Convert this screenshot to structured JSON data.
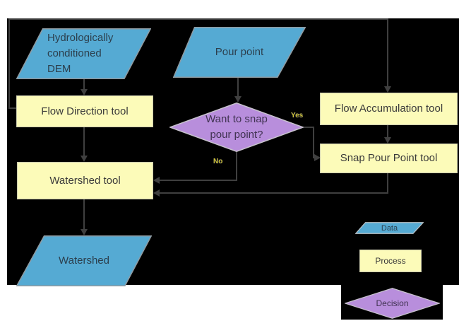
{
  "diagram": {
    "nodes": {
      "dem": {
        "label": "Hydrologically conditioned DEM",
        "type": "data"
      },
      "pour_point": {
        "label": "Pour point",
        "type": "data"
      },
      "flow_direction": {
        "label": "Flow Direction tool",
        "type": "process"
      },
      "decision": {
        "label": "Want to snap pour point?",
        "type": "decision"
      },
      "flow_accumulation": {
        "label": "Flow Accumulation tool",
        "type": "process"
      },
      "snap_pour_point": {
        "label": "Snap Pour Point tool",
        "type": "process"
      },
      "watershed_tool": {
        "label": "Watershed tool",
        "type": "process"
      },
      "watershed": {
        "label": "Watershed",
        "type": "data"
      }
    },
    "edge_labels": {
      "yes": "Yes",
      "no": "No"
    },
    "edges": [
      {
        "from": "dem",
        "to": "flow_direction"
      },
      {
        "from": "flow_direction",
        "to": "flow_accumulation"
      },
      {
        "from": "flow_direction",
        "to": "watershed_tool"
      },
      {
        "from": "pour_point",
        "to": "decision"
      },
      {
        "from": "decision",
        "to": "snap_pour_point",
        "label": "Yes"
      },
      {
        "from": "decision",
        "to": "watershed_tool",
        "label": "No"
      },
      {
        "from": "flow_accumulation",
        "to": "snap_pour_point"
      },
      {
        "from": "snap_pour_point",
        "to": "watershed_tool"
      },
      {
        "from": "watershed_tool",
        "to": "watershed"
      }
    ],
    "legend": {
      "data_label": "Data",
      "process_label": "Process",
      "decision_label": "Decision"
    },
    "colors": {
      "canvas": "#000000",
      "data_blue": "#55aad3",
      "process_yellow": "#fcfbb9",
      "decision_purple": "#b88edc",
      "connector_gray": "#3f3f3f"
    }
  }
}
